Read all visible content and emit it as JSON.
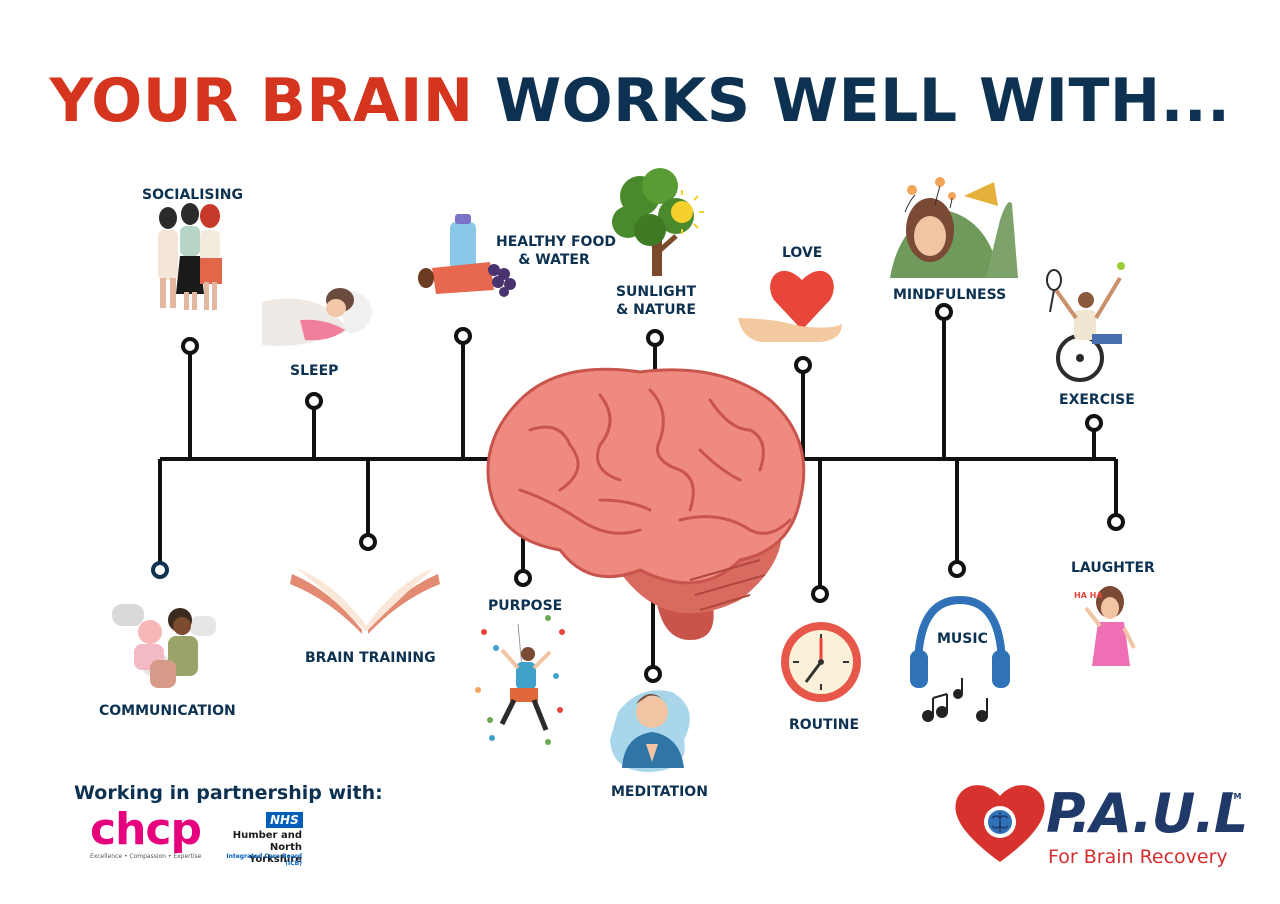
{
  "title": {
    "part1": "YOUR BRAIN",
    "part2": "WORKS WELL WITH..."
  },
  "items": {
    "socialising": "SOCIALISING",
    "sleep": "SLEEP",
    "healthy_food_line1": "HEALTHY FOOD",
    "healthy_food_line2": "& WATER",
    "sunlight_line1": "SUNLIGHT",
    "sunlight_line2": "& NATURE",
    "love": "LOVE",
    "mindfulness": "MINDFULNESS",
    "exercise": "EXERCISE",
    "communication": "COMMUNICATION",
    "brain_training": "BRAIN TRAINING",
    "purpose": "PURPOSE",
    "meditation": "MEDITATION",
    "routine": "ROUTINE",
    "music": "MUSIC",
    "laughter": "LAUGHTER"
  },
  "footer": {
    "partnership": "Working in partnership with:",
    "chcp_logo": "chcp",
    "chcp_tagline": "Excellence • Compassion • Expertise",
    "nhs_badge": "NHS",
    "nhs_line1": "Humber and",
    "nhs_line2": "North Yorkshire",
    "nhs_line3": "Integrated Care Board (ICB)",
    "paul_logo": "P.A.U.L",
    "paul_tm": "TM",
    "paul_tagline": "For Brain Recovery",
    "laugh_text": "HA HA"
  },
  "colors": {
    "title_red": "#d5351f",
    "title_navy": "#0d3150",
    "brain": "#ef8a80",
    "brain_dark": "#c9544b",
    "line": "#111111"
  }
}
